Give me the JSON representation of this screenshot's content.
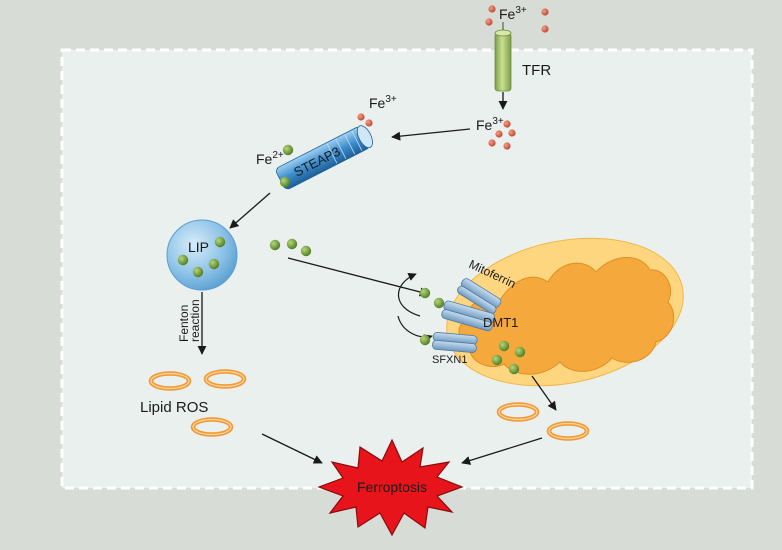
{
  "colors": {
    "outer_bg": "#d7dcd7",
    "cell_bg": "#eaf0ee",
    "membrane_dash": "#ffffff",
    "iron3": "#d9664c",
    "iron2": "#6f9a38",
    "receptor": "#a9c47a",
    "steap3": "#3e8fcf",
    "lip": "#8fc4e8",
    "mito_outer": "#ffd680",
    "mito_inner": "#f5a93c",
    "transporter": "#8fb6d8",
    "ros_ring": "#f29a3a",
    "ferroptosis_fill": "#e8141b"
  },
  "labels": {
    "fe3_top": "Fe",
    "fe3_top_sup": "3+",
    "tfr": "TFR",
    "fe3_mid": "Fe",
    "fe3_mid_sup": "3+",
    "fe3_steap": "Fe",
    "fe3_steap_sup": "3+",
    "fe2": "Fe",
    "fe2_sup": "2+",
    "steap3": "STEAP3",
    "lip": "LIP",
    "fenton_line1": "Fenton",
    "fenton_line2": "reaction",
    "lipid_ros": "Lipid ROS",
    "mitoferrin": "Mitoferrin",
    "dmt1": "DMT1",
    "sfxn1": "SFXN1",
    "ferroptosis": "Ferroptosis"
  },
  "icons": [
    "ferric-iron-dot",
    "ferrous-iron-dot",
    "transferrin-receptor",
    "steap3-cylinder",
    "lip-sphere",
    "mitochondrion",
    "ros-ring",
    "ferroptosis-burst"
  ]
}
